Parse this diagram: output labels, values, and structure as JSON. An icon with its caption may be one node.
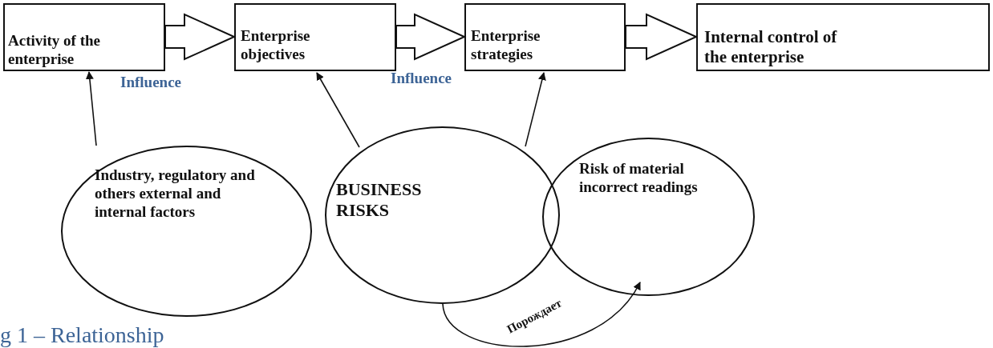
{
  "diagram": {
    "caption": "g 1 – Relationship",
    "nodes": [
      {
        "text": [
          "Activity of the enterprise"
        ]
      },
      {
        "text": [
          "Enterprise objectives"
        ]
      },
      {
        "text": [
          "Enterprise strategies"
        ]
      },
      {
        "text": [
          "Internal control of the enterprise"
        ]
      },
      {
        "text": [
          "Industry, regulatory and others external and internal factors"
        ]
      },
      {
        "text": [
          "BUSINESS RISKS"
        ]
      },
      {
        "text": [
          "Risk of material incorrect readings"
        ]
      }
    ],
    "edges": [
      {
        "from": 0,
        "to": 1,
        "arrow": "to",
        "style": "thick"
      },
      {
        "from": 1,
        "to": 2,
        "arrow": "to",
        "style": "thick"
      },
      {
        "from": 2,
        "to": 3,
        "arrow": "to",
        "style": "thick"
      },
      {
        "from": 4,
        "to": 0,
        "arrow": "to"
      },
      {
        "from": 5,
        "to": 1,
        "arrow": "to"
      },
      {
        "from": 5,
        "to": 2,
        "arrow": "to"
      },
      {
        "from": 5,
        "to": 6,
        "arrow": "to",
        "label": "Порождает"
      }
    ],
    "labels": [
      "Influence",
      "Influence"
    ]
  }
}
